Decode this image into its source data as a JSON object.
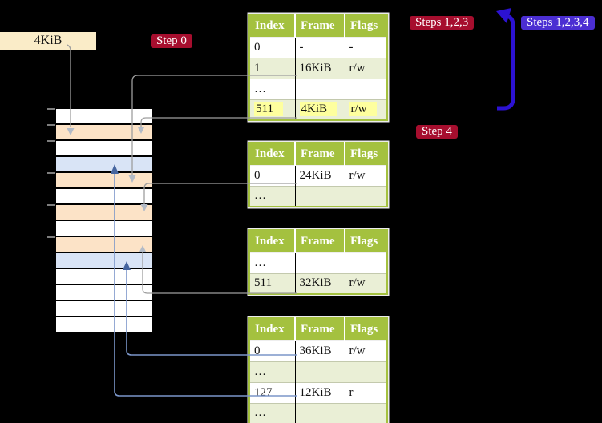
{
  "labels": {
    "memory_box": "4KiB",
    "step0": "Step 0",
    "steps123": "Steps 1,2,3",
    "steps1234": "Steps 1,2,3,4",
    "step4": "Step 4"
  },
  "tables": [
    {
      "id": "page-table-level4",
      "headers": [
        "Index",
        "Frame",
        "Flags"
      ],
      "rows": [
        [
          "0",
          "-",
          "-"
        ],
        [
          "1",
          "16KiB",
          "r/w"
        ],
        [
          "…",
          "",
          ""
        ],
        [
          "511",
          "4KiB",
          "r/w"
        ]
      ],
      "highlighted_row_index": 3
    },
    {
      "id": "page-table-level3",
      "headers": [
        "Index",
        "Frame",
        "Flags"
      ],
      "rows": [
        [
          "0",
          "24KiB",
          "r/w"
        ],
        [
          "…",
          "",
          ""
        ]
      ]
    },
    {
      "id": "page-table-level2",
      "headers": [
        "Index",
        "Frame",
        "Flags"
      ],
      "rows": [
        [
          "…",
          "",
          ""
        ],
        [
          "511",
          "32KiB",
          "r/w"
        ]
      ]
    },
    {
      "id": "page-table-level1",
      "headers": [
        "Index",
        "Frame",
        "Flags"
      ],
      "rows": [
        [
          "0",
          "36KiB",
          "r/w"
        ],
        [
          "…",
          "",
          ""
        ],
        [
          "127",
          "12KiB",
          "r"
        ],
        [
          "…",
          "",
          ""
        ]
      ]
    }
  ],
  "memory_strip": {
    "row_classes": [
      "strip-row white",
      "strip-row peach",
      "strip-row white",
      "strip-row blue",
      "strip-row peach",
      "strip-row white",
      "strip-row peach",
      "strip-row white",
      "strip-row peach",
      "strip-row blue",
      "strip-row white",
      "strip-row white",
      "strip-row white",
      "strip-row white"
    ],
    "frame_size_per_row": "4KiB"
  },
  "connections": [
    {
      "from": "4KiB label",
      "to": "memory row 2 (4KiB frame)",
      "color": "gray"
    },
    {
      "from": "level4 entry 1 -> 16KiB",
      "to": "memory row 5 (16KiB frame)",
      "color": "gray"
    },
    {
      "from": "level4 entry 511 -> 4KiB (recursive, highlighted)",
      "to": "memory row 2 (4KiB frame)",
      "color": "gray"
    },
    {
      "from": "level3 entry 0 -> 24KiB",
      "to": "memory row 7 (24KiB frame)",
      "color": "gray"
    },
    {
      "from": "level2 entry 511 -> 32KiB",
      "to": "memory row 9 (32KiB frame)",
      "color": "gray"
    },
    {
      "from": "level1 entry 0 -> 36KiB",
      "to": "memory row 10 (36KiB frame)",
      "color": "steel-blue"
    },
    {
      "from": "level1 entry 127 -> 12KiB",
      "to": "memory row 4 (12KiB frame)",
      "color": "steel-blue"
    },
    {
      "from": "Step 4 region",
      "to": "Steps 1,2,3 region",
      "color": "indigo",
      "style": "thick loop arrow"
    }
  ],
  "colors": {
    "background": "#000000",
    "table_header_green": "#a4c13f",
    "table_alt_row_green": "#eaefd6",
    "highlight_yellow": "#feff9e",
    "memory_peach": "#fce3c7",
    "memory_blue": "#d9e4f6",
    "memory_label_cream": "#faecc8",
    "badge_red": "#a60e2e",
    "badge_indigo": "#4b2ed2",
    "arrow_gray": "#9e9e9e",
    "arrow_blue": "#7b96c9",
    "big_arrow_indigo": "#2c12d2"
  }
}
